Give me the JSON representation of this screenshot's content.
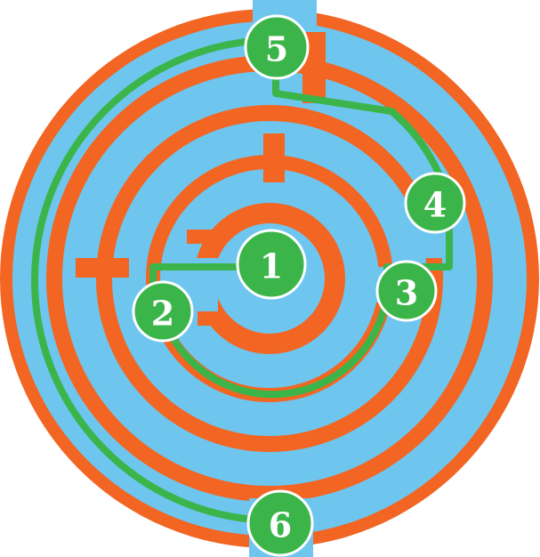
{
  "colors": {
    "background": "#ffffff",
    "wall": "#f26522",
    "corridor": "#6ec6ef",
    "path": "#3bb54a",
    "node_fill": "#3bb54a",
    "node_text": "#ffffff"
  },
  "maze": {
    "nodes": [
      {
        "id": "1",
        "label": "1"
      },
      {
        "id": "2",
        "label": "2"
      },
      {
        "id": "3",
        "label": "3"
      },
      {
        "id": "4",
        "label": "4"
      },
      {
        "id": "5",
        "label": "5"
      },
      {
        "id": "6",
        "label": "6"
      }
    ],
    "route_order": [
      "1",
      "2",
      "3",
      "4",
      "5",
      "6"
    ]
  }
}
